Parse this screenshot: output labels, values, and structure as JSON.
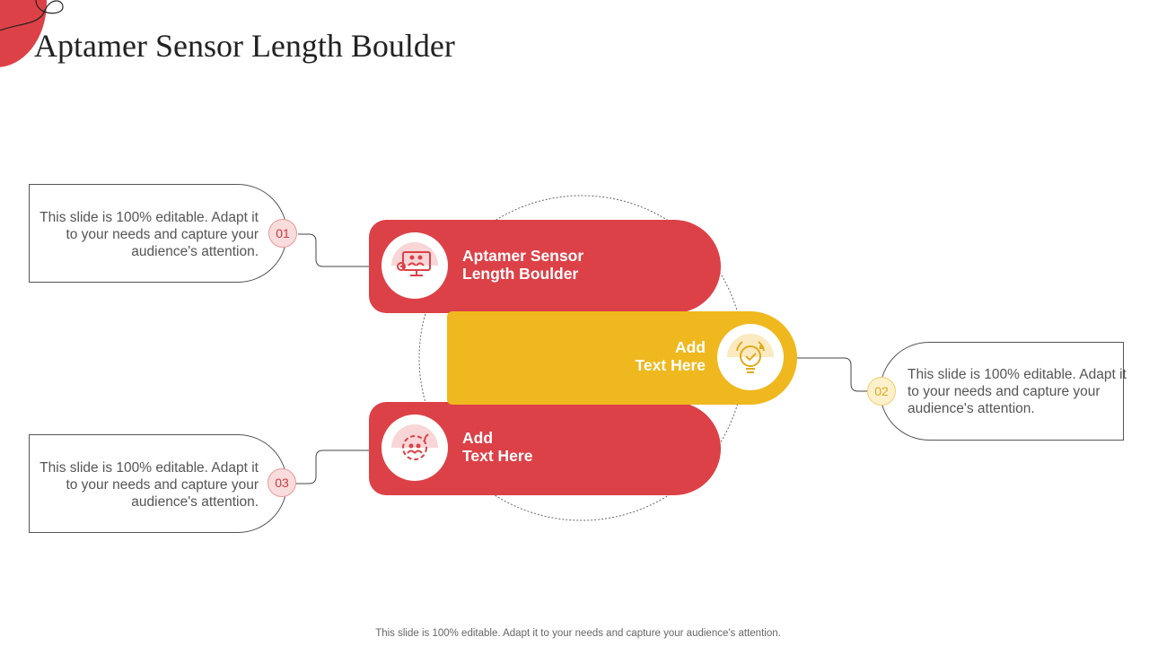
{
  "slide": {
    "title": "Aptamer Sensor Length Boulder",
    "footer": "This slide is 100% editable. Adapt it to your needs and capture your audience's attention."
  },
  "colors": {
    "red": "#dc4147",
    "yellow": "#efb81e",
    "badge_red_bg": "#f9dcdc",
    "badge_yellow_bg": "#fdf0cc"
  },
  "items": [
    {
      "number": "01",
      "pill_label_1": "Aptamer Sensor",
      "pill_label_2": "Length Boulder",
      "description": "This slide is 100% editable. Adapt it to your needs and capture your audience's attention.",
      "icon": "presentation-monitor-icon",
      "color": "red"
    },
    {
      "number": "02",
      "pill_label_1": "Add",
      "pill_label_2": "Text Here",
      "description": "This slide is 100% editable. Adapt it to your needs and capture your audience's attention.",
      "icon": "lightbulb-check-icon",
      "color": "yellow"
    },
    {
      "number": "03",
      "pill_label_1": "Add",
      "pill_label_2": "Text Here",
      "description": "This slide is 100% editable. Adapt it to your needs and capture your audience's attention.",
      "icon": "team-gear-icon",
      "color": "red"
    }
  ]
}
